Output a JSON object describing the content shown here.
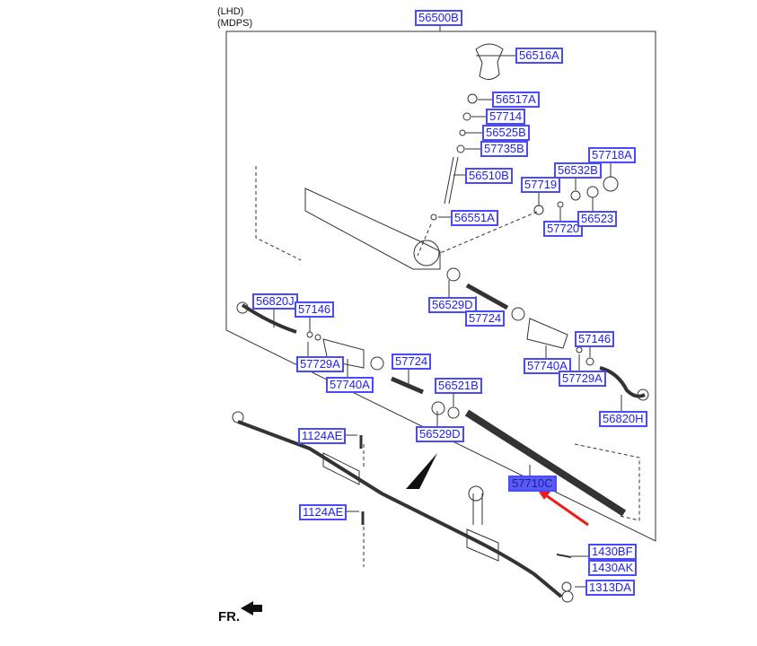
{
  "notes": {
    "lhd": "(LHD)",
    "mdps": "(MDPS)",
    "front": "FR."
  },
  "labels": [
    "56500B",
    "56516A",
    "56517A",
    "57714",
    "56525B",
    "57735B",
    "56510B",
    "56551A",
    "57719",
    "57718A",
    "56532B",
    "57720",
    "56523",
    "56529D",
    "57724",
    "56820J",
    "57146",
    "57729A",
    "57740A",
    "57146",
    "57740A",
    "57729A",
    "57724",
    "56521B",
    "56529D",
    "56820H",
    "1124AE",
    "1124AE",
    "57710C",
    "1430BF",
    "1430AK",
    "1313DA"
  ],
  "highlighted": "57710C",
  "colors": {
    "label_border": "#4a4aff",
    "label_text": "#2222ee",
    "highlight_fill": "#5a5cf0",
    "arrow": "#e81c1c"
  }
}
